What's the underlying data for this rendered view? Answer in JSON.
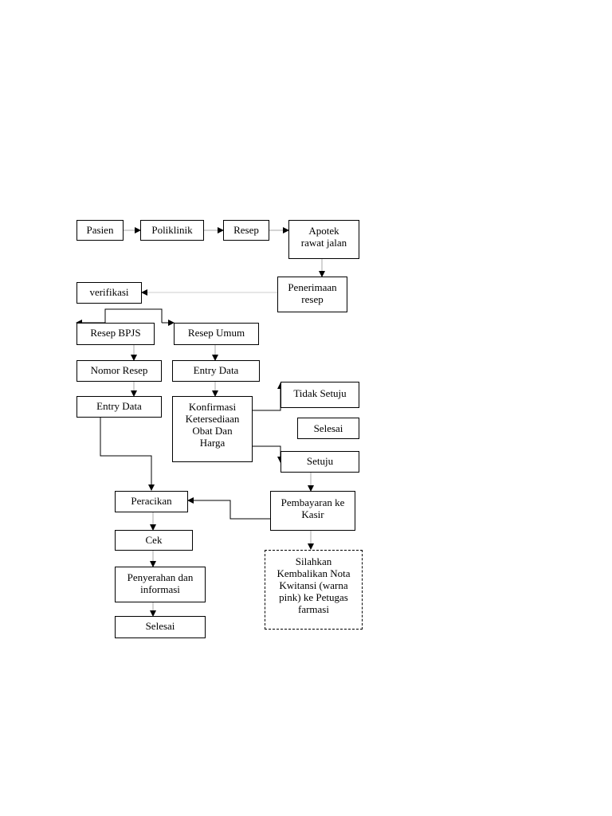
{
  "nodes": {
    "pasien": "Pasien",
    "poliklinik": "Poliklinik",
    "resep": "Resep",
    "apotek": "Apotek\nrawat jalan",
    "penerimaan": "Penerimaan\nresep",
    "verifikasi": "verifikasi",
    "resep_bpjs": "Resep BPJS",
    "resep_umum": "Resep Umum",
    "nomor_resep": "Nomor Resep",
    "entry_data_umum": "Entry Data",
    "entry_data_bpjs": "Entry Data",
    "konfirmasi": "Konfirmasi\nKetersediaan\nObat Dan\nHarga",
    "tidak_setuju": "Tidak Setuju",
    "selesai_right": "Selesai",
    "setuju": "Setuju",
    "peracikan": "Peracikan",
    "pembayaran": "Pembayaran ke\nKasir",
    "cek": "Cek",
    "penyerahan": "Penyerahan dan\ninformasi",
    "silahkan": "Silahkan\nKembalikan Nota\nKwitansi (warna\npink) ke Petugas\nfarmasi",
    "selesai_bottom": "Selesai"
  }
}
